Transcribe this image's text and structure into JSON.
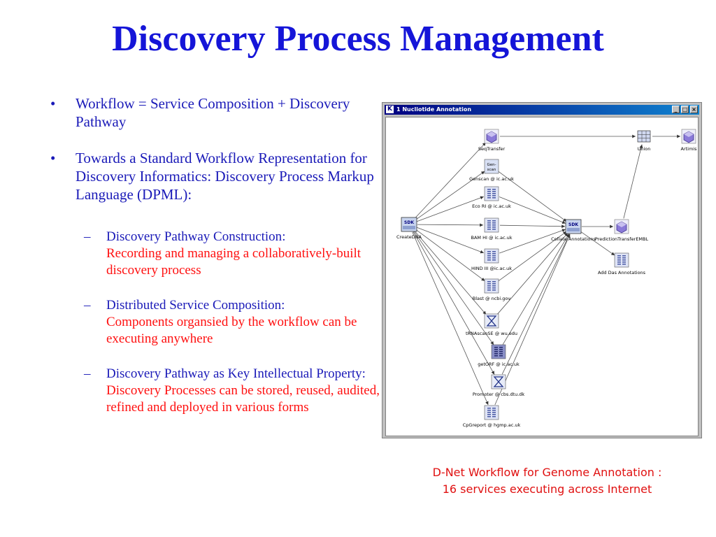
{
  "title": "Discovery Process Management",
  "bullets": [
    {
      "text": "Workflow = Service Composition + Discovery Pathway"
    },
    {
      "text": "Towards a  Standard Workflow Representation for Discovery Informatics: Discovery Process Markup Language (DPML):"
    }
  ],
  "sub_bullets": [
    {
      "lead": "Discovery Pathway Construction",
      "sep": ":",
      "detail": "Recording and managing a collaboratively-built discovery process"
    },
    {
      "lead": "Distributed Service Composition",
      "sep": ":",
      "detail": "Components organsied by the workflow can be executing anywhere"
    },
    {
      "lead": "Discovery Pathway as Key Intellectual Property:",
      "sep": "",
      "detail": " Discovery Processes can be stored, reused, audited, refined and deployed in various forms"
    }
  ],
  "window": {
    "title": "1 Nucliotide Annotation",
    "buttons": {
      "minimize": "_",
      "maximize": "□",
      "close": "×"
    },
    "app_icon": "K",
    "nodes": [
      {
        "id": "createdna",
        "label": "CreateDNA",
        "icon": "sdk",
        "icon_text": "SDK"
      },
      {
        "id": "seqtransfer",
        "label": "SeqTransfer",
        "icon": "cube"
      },
      {
        "id": "genscan",
        "label": "Genscan @ ic.ac.uk",
        "icon": "genscan",
        "icon_text": "Gen-scan"
      },
      {
        "id": "ecori",
        "label": "Eco RI @ ic.ac.uk",
        "icon": "doc"
      },
      {
        "id": "bamhi",
        "label": "BAM HI @ ic.ac.uk",
        "icon": "doc"
      },
      {
        "id": "hindiii",
        "label": "HIND III @ic.ac.uk",
        "icon": "doc"
      },
      {
        "id": "blast",
        "label": "Blast @ ncbi.gov",
        "icon": "doc"
      },
      {
        "id": "trnascan",
        "label": "tRNAscanSE @ wu.edu",
        "icon": "hourglass"
      },
      {
        "id": "getorf",
        "label": "getORF @ ic.ac.uk",
        "icon": "doc-dark"
      },
      {
        "id": "promoter",
        "label": "Promoter @ cbs.dtu.dk",
        "icon": "hourglass"
      },
      {
        "id": "cpgreport",
        "label": "CpGreport @ hgmp.ac.uk",
        "icon": "doc"
      },
      {
        "id": "collate",
        "label": "Collate Annotations",
        "icon": "sdk",
        "icon_text": "SDK"
      },
      {
        "id": "prediction",
        "label": "PredictionTransferEMBL",
        "icon": "cube"
      },
      {
        "id": "addDas",
        "label": "Add Das Annotations",
        "icon": "doc"
      },
      {
        "id": "union",
        "label": "Union",
        "icon": "grid"
      },
      {
        "id": "artimis",
        "label": "Artimis",
        "icon": "cube"
      }
    ]
  },
  "caption": {
    "line1": "D-Net Workflow for Genome Annotation :",
    "line2": "16 services executing across Internet"
  },
  "colors": {
    "title": "#1515d8",
    "text_blue": "#1a1ab8",
    "text_red": "#ff1010",
    "caption": "#e01010"
  }
}
